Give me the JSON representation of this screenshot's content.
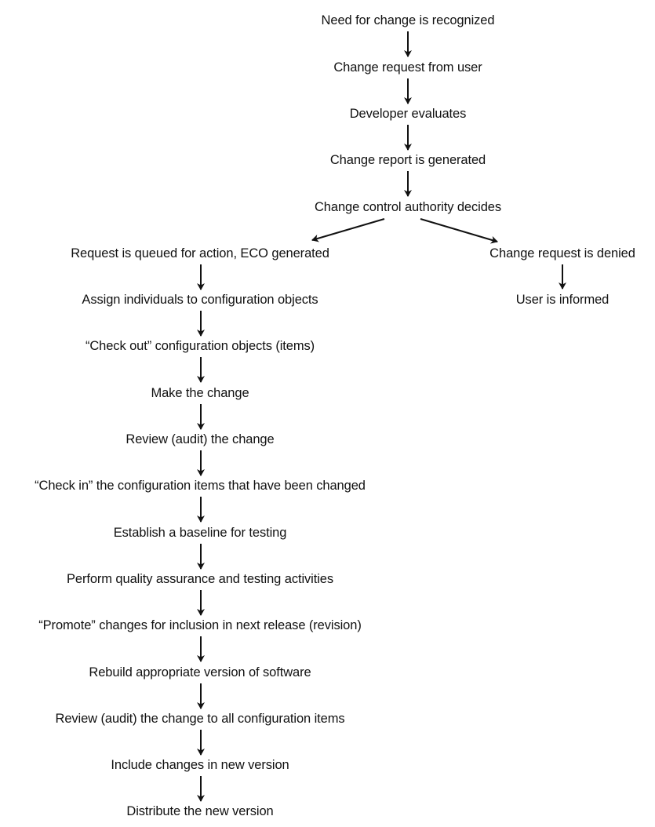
{
  "flowchart": {
    "main_steps": [
      "Need for change is recognized",
      "Change request from user",
      "Developer evaluates",
      "Change report is generated",
      "Change control authority decides"
    ],
    "approved_branch": [
      "Request is queued for action, ECO generated",
      "Assign individuals to configuration objects",
      "“Check out” configuration objects (items)",
      "Make the change",
      "Review (audit) the change",
      "“Check in” the configuration items that have been changed",
      "Establish a baseline for testing",
      "Perform quality assurance and testing activities",
      "“Promote” changes for inclusion in next release (revision)",
      "Rebuild appropriate version of software",
      "Review (audit) the change to all configuration items",
      "Include changes in new version",
      "Distribute the new version"
    ],
    "denied_branch": [
      "Change request is denied",
      "User is informed"
    ]
  }
}
